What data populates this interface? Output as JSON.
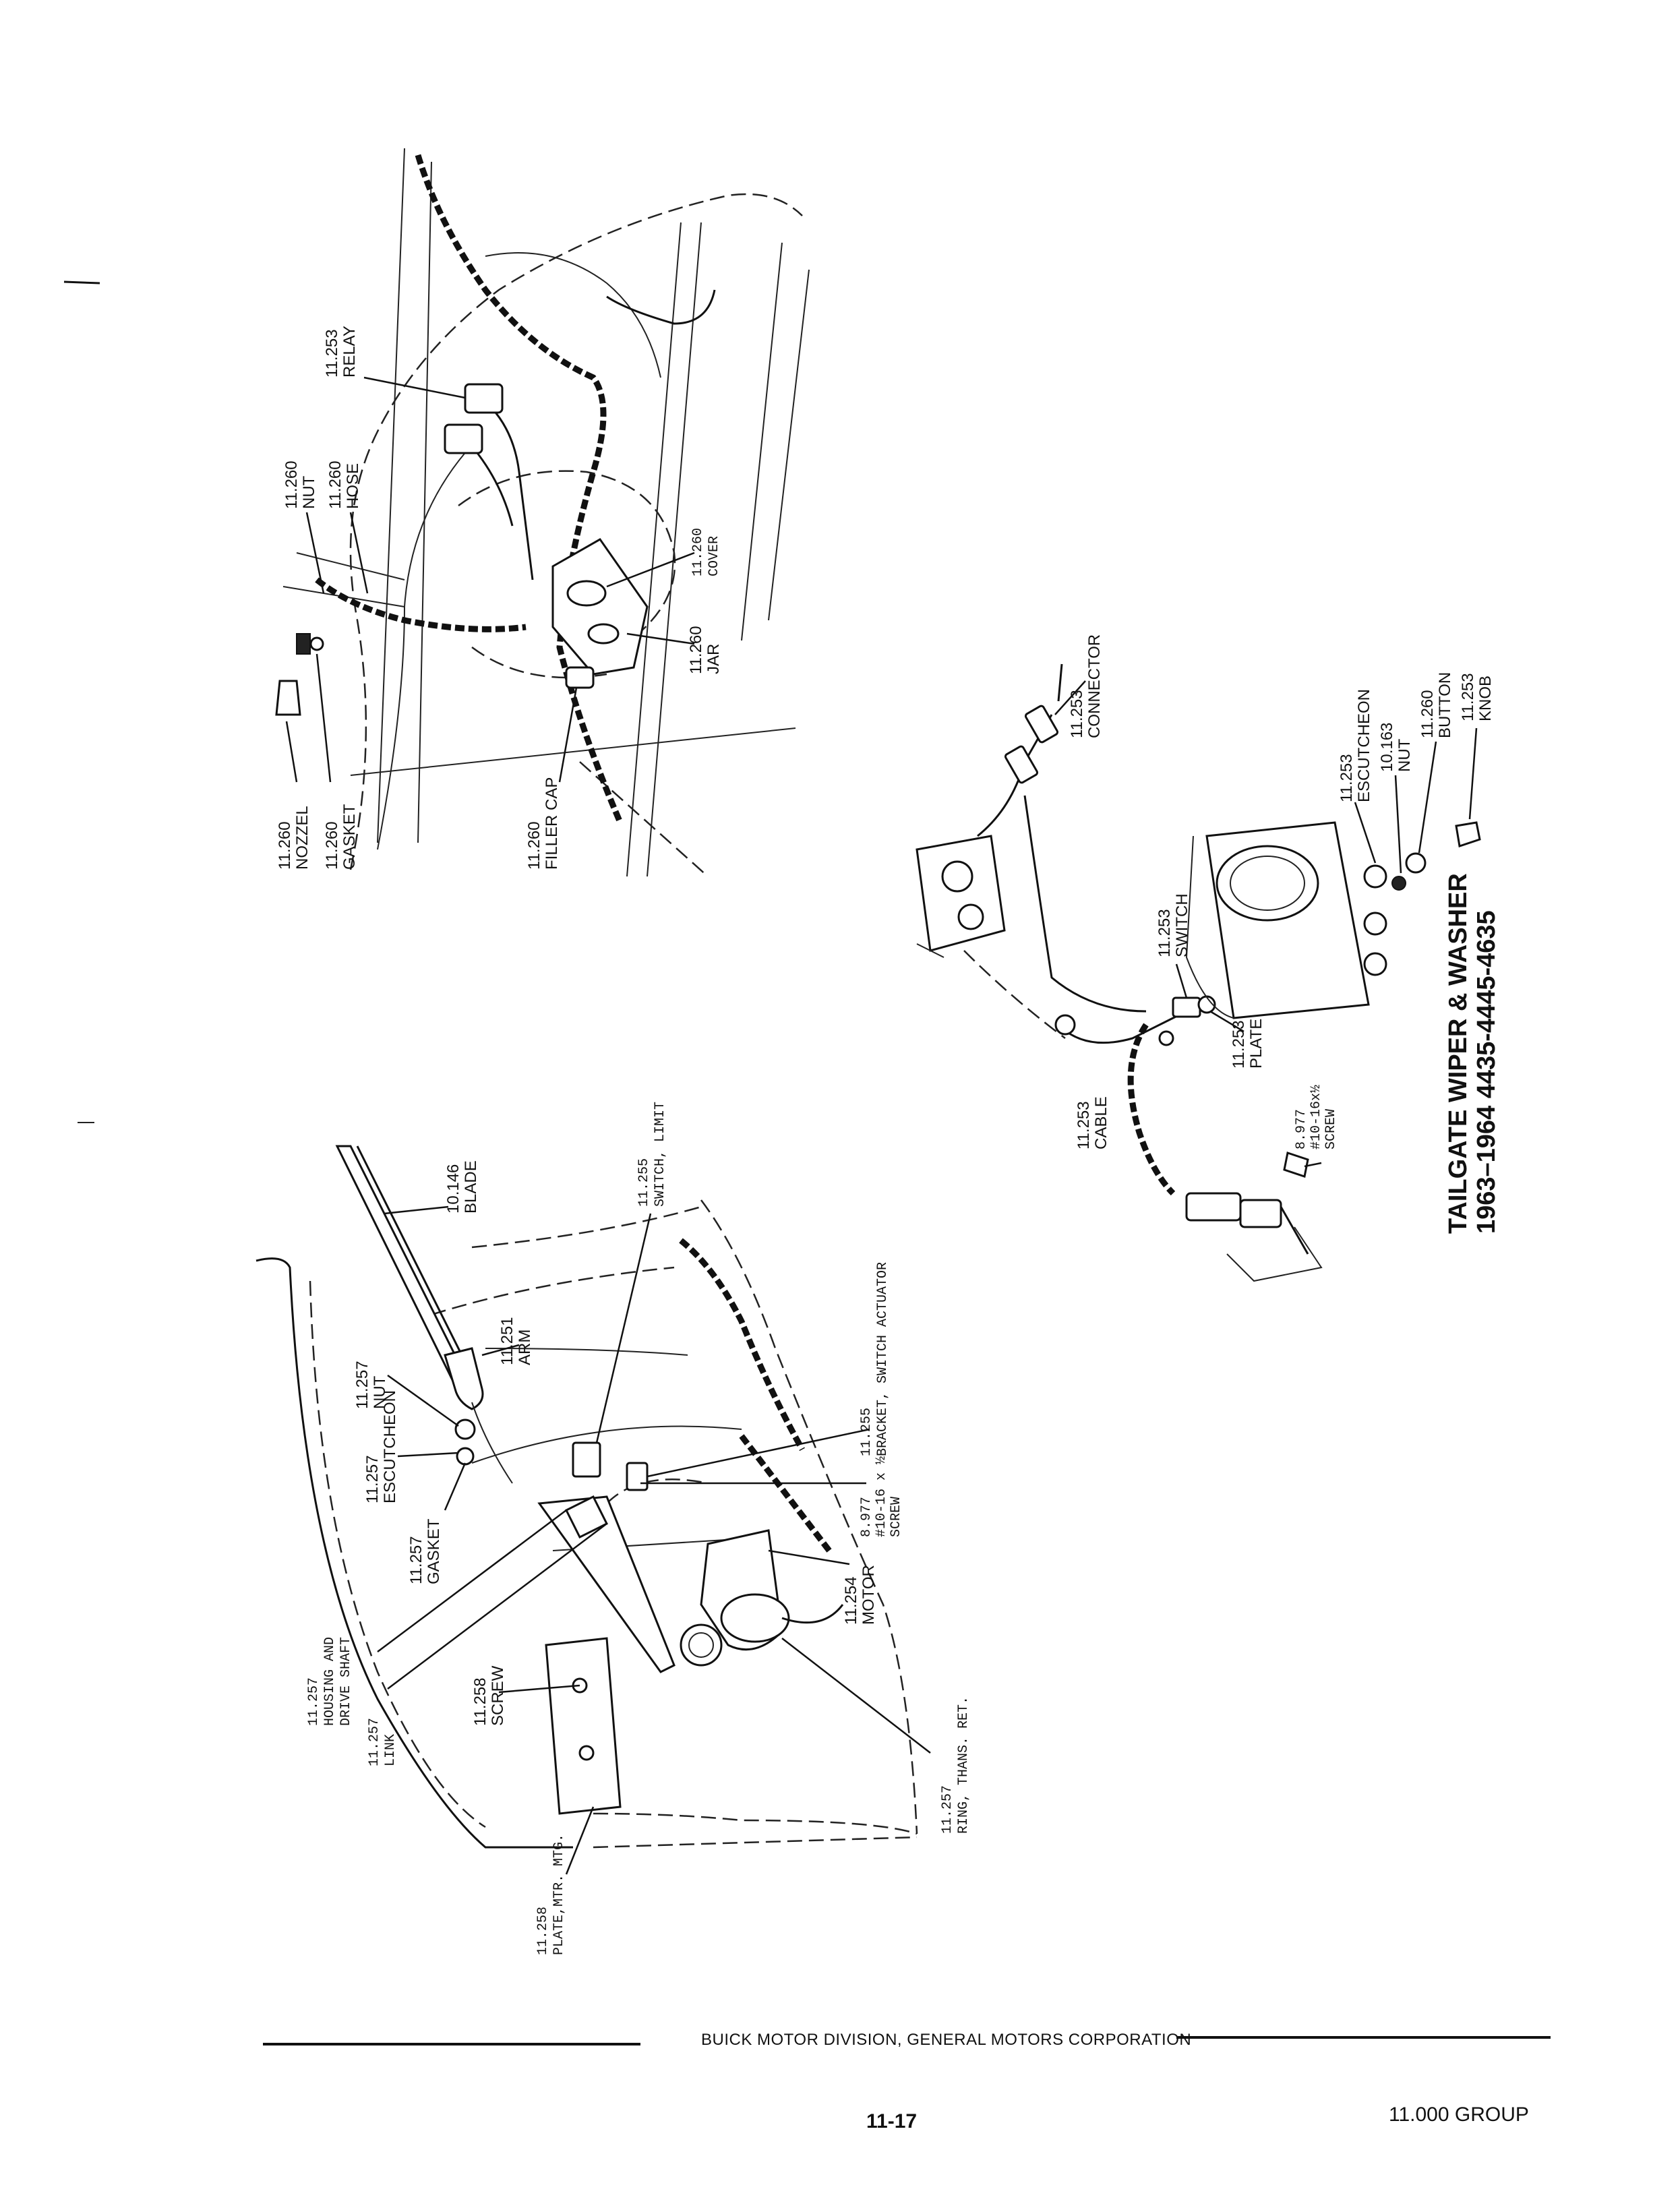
{
  "wiper_washer_assembly": {
    "title_line1": "TAILGATE WIPER & WASHER",
    "title_line2": "1963–1964 4435-4445-4635"
  },
  "labels": {
    "nozzel": [
      "11.260",
      "NOZZEL"
    ],
    "gasket_washer": [
      "11.260",
      "GASKET"
    ],
    "nut_washer": [
      "11.260",
      "NUT"
    ],
    "hose": [
      "11.260",
      "HOSE"
    ],
    "relay": [
      "11.253",
      "RELAY"
    ],
    "cover": [
      "11.260",
      "COVER"
    ],
    "jar": [
      "11.260",
      "JAR"
    ],
    "filler_cap": [
      "11.260",
      "FILLER CAP"
    ],
    "connector": [
      "11.253",
      "CONNECTOR"
    ],
    "escutcheon_switch": [
      "11.253",
      "ESCUTCHEON"
    ],
    "nut_switch": [
      "10.163",
      "NUT"
    ],
    "button": [
      "11.260",
      "BUTTON"
    ],
    "knob": [
      "11.253",
      "KNOB"
    ],
    "switch": [
      "11.253",
      "SWITCH"
    ],
    "plate": [
      "11.253",
      "PLATE"
    ],
    "cable": [
      "11.253",
      "CABLE"
    ],
    "screw_small": [
      "8.977",
      "#10-16x½",
      "SCREW"
    ],
    "blade": [
      "10.146",
      "BLADE"
    ],
    "switch_limit": [
      "11.255",
      "SWITCH, LIMIT"
    ],
    "arm": [
      "11.251",
      "ARM"
    ],
    "nut_motor": [
      "11.257",
      "NUT"
    ],
    "escutcheon_motor": [
      "11.257",
      "ESCUTCHEON"
    ],
    "gasket_motor": [
      "11.257",
      "GASKET"
    ],
    "bracket": [
      "11.255",
      "BRACKET, SWITCH ACTUATOR"
    ],
    "screw_motor": [
      "8.977",
      "#10-16 x ½",
      "SCREW"
    ],
    "motor": [
      "11.254",
      "MOTOR"
    ],
    "housing": [
      "11.257",
      "HOUSING AND",
      "DRIVE SHAFT"
    ],
    "link": [
      "11.257",
      "LINK"
    ],
    "screw_plate": [
      "11.258",
      "SCREW"
    ],
    "ring": [
      "11.257",
      "RING, THANS. RET."
    ],
    "plate_mtg": [
      "11.258",
      "PLATE,MTR. MTG."
    ]
  },
  "footer": {
    "company": "BUICK MOTOR DIVISION, GENERAL MOTORS CORPORATION",
    "page_number": "11-17",
    "group": "11.000 GROUP"
  }
}
